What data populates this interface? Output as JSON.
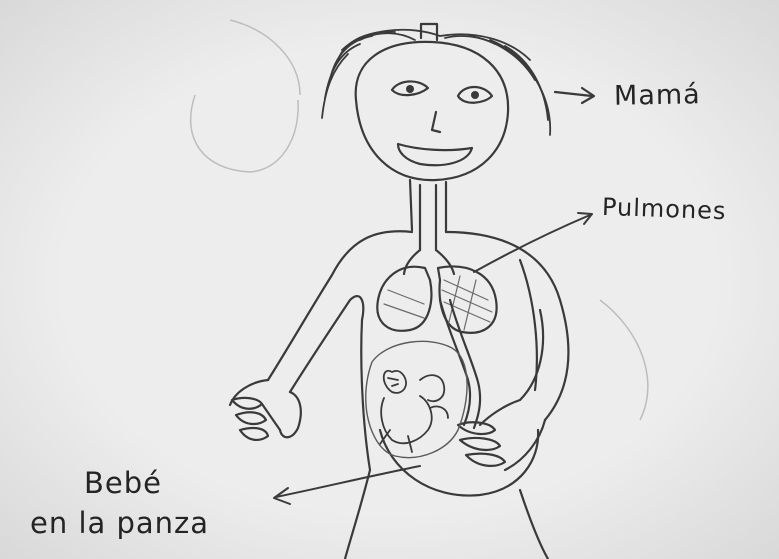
{
  "labels": {
    "mama": "Mamá",
    "pulmones": "Pulmones",
    "bebe_line1": "Bebé",
    "bebe_line2": "en la panza"
  },
  "colors": {
    "paper": "#e9e9e9",
    "pencil": "#3a3a3a",
    "ink": "#242424"
  }
}
